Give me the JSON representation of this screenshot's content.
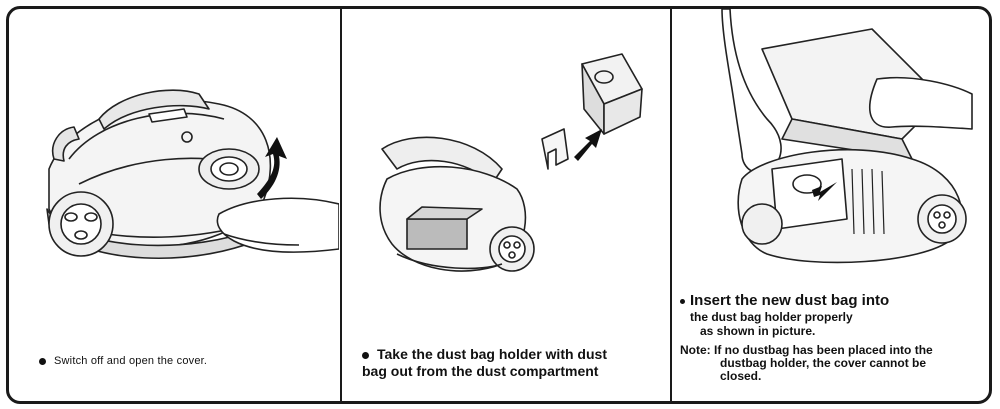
{
  "panels": [
    {
      "caption": "Switch off and open the cover."
    },
    {
      "caption_line1": "Take the dust bag holder with dust",
      "caption_line2": "bag out from the dust compartment"
    },
    {
      "caption_line1": "Insert the new dust bag into",
      "caption_line2": "the dust bag holder properly",
      "caption_line3": "as shown in picture.",
      "note_label": "Note:",
      "note_line1": "If no dustbag has been placed into the",
      "note_line2": "dustbag holder, the cover cannot be",
      "note_line3": "closed."
    }
  ]
}
